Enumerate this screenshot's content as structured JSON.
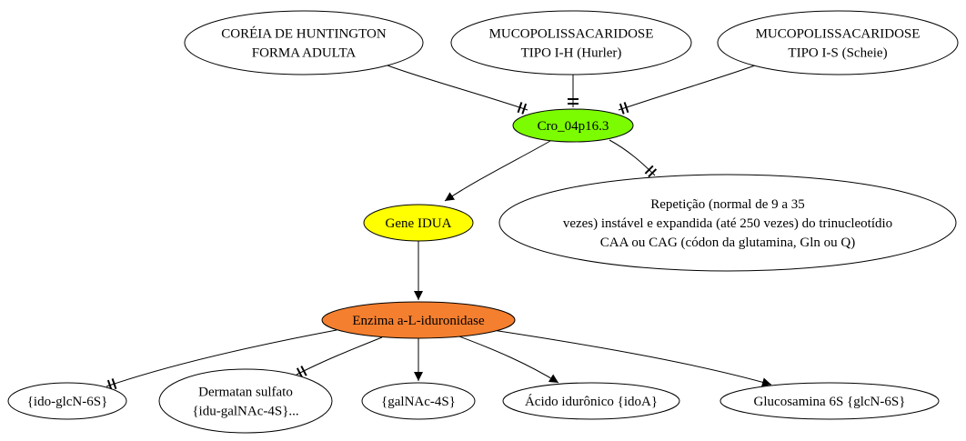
{
  "nodes": {
    "huntington": {
      "lines": [
        "CORÉIA DE HUNTINGTON",
        "FORMA ADULTA"
      ],
      "fill": "#ffffff"
    },
    "hurler": {
      "lines": [
        "MUCOPOLISSACARIDOSE",
        "TIPO I-H (Hurler)"
      ],
      "fill": "#ffffff"
    },
    "scheie": {
      "lines": [
        "MUCOPOLISSACARIDOSE",
        "TIPO I-S (Scheie)"
      ],
      "fill": "#ffffff"
    },
    "chromosome": {
      "lines": [
        "Cro_04p16.3"
      ],
      "fill": "#7cfc00"
    },
    "gene": {
      "lines": [
        "Gene IDUA"
      ],
      "fill": "#ffff00"
    },
    "repeat": {
      "lines": [
        "Repetição (normal de 9 a 35",
        "vezes) instável e expandida (até 250 vezes) do trinucleotídio",
        "CAA ou CAG (códon da glutamina, Gln ou Q)"
      ],
      "fill": "#ffffff"
    },
    "enzyme": {
      "lines": [
        "Enzima a-L-iduronidase"
      ],
      "fill": "#f47f2f"
    },
    "idoglcn": {
      "lines": [
        "{ido-glcN-6S}"
      ],
      "fill": "#ffffff"
    },
    "dermatan": {
      "lines": [
        "Dermatan sulfato",
        "{idu-galNAc-4S}..."
      ],
      "fill": "#ffffff"
    },
    "galnac": {
      "lines": [
        "{galNAc-4S}"
      ],
      "fill": "#ffffff"
    },
    "idoa": {
      "lines": [
        "Ácido idurônico {idoA}"
      ],
      "fill": "#ffffff"
    },
    "glucosamina": {
      "lines": [
        "Glucosamina 6S {glcN-6S}"
      ],
      "fill": "#ffffff"
    }
  },
  "edges": [
    {
      "from": "huntington",
      "to": "chromosome",
      "head": "tee"
    },
    {
      "from": "hurler",
      "to": "chromosome",
      "head": "tee"
    },
    {
      "from": "scheie",
      "to": "chromosome",
      "head": "tee"
    },
    {
      "from": "chromosome",
      "to": "gene",
      "head": "arrow"
    },
    {
      "from": "chromosome",
      "to": "repeat",
      "head": "tee"
    },
    {
      "from": "gene",
      "to": "enzyme",
      "head": "arrow"
    },
    {
      "from": "enzyme",
      "to": "idoglcn",
      "head": "tee"
    },
    {
      "from": "enzyme",
      "to": "dermatan",
      "head": "tee"
    },
    {
      "from": "enzyme",
      "to": "galnac",
      "head": "arrow"
    },
    {
      "from": "enzyme",
      "to": "idoa",
      "head": "arrow"
    },
    {
      "from": "enzyme",
      "to": "glucosamina",
      "head": "arrow"
    }
  ]
}
